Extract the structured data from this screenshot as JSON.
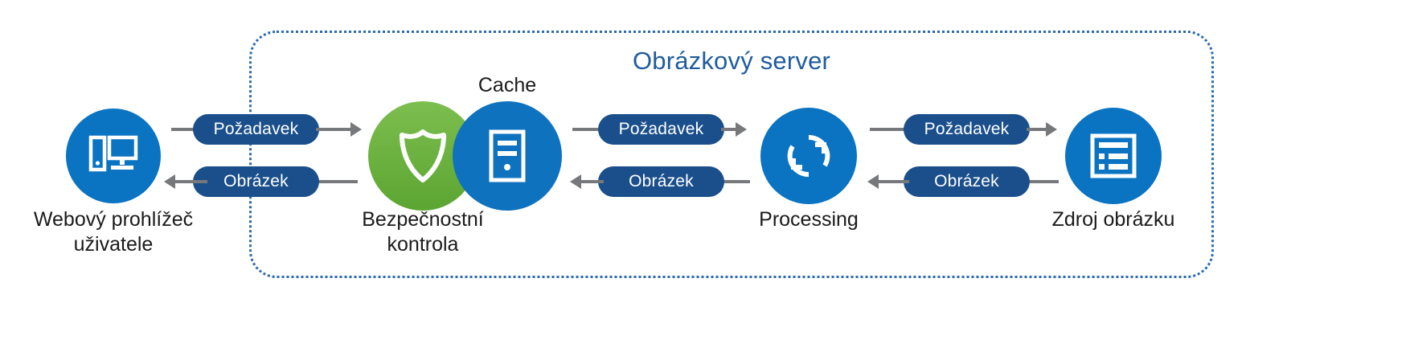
{
  "diagram": {
    "title": "Obrázkový server",
    "boundary_color": "#2A6AB0",
    "title_color": "#1F5C9E"
  },
  "nodes": [
    {
      "id": "browser",
      "label": "Webový prohlížeč\nuživatele",
      "icon": "monitor-icon",
      "color": "#0A73C2"
    },
    {
      "id": "security",
      "label": "Bezpečnostní\nkontrola",
      "icon": "shield-icon",
      "color": "#6CB33F"
    },
    {
      "id": "cache",
      "label": "Cache",
      "icon": "server-icon",
      "color": "#0F72BE"
    },
    {
      "id": "processing",
      "label": "Processing",
      "icon": "sync-icon",
      "color": "#0A73C2"
    },
    {
      "id": "source",
      "label": "Zdroj obrázku",
      "icon": "document-icon",
      "color": "#0A73C2"
    }
  ],
  "flows": [
    {
      "id": "flow1",
      "request_label": "Požadavek",
      "response_label": "Obrázek",
      "pill_color": "#1A4F8B"
    },
    {
      "id": "flow2",
      "request_label": "Požadavek",
      "response_label": "Obrázek",
      "pill_color": "#1A4F8B"
    },
    {
      "id": "flow3",
      "request_label": "Požadavek",
      "response_label": "Obrázek",
      "pill_color": "#1A4F8B"
    }
  ],
  "colors": {
    "line": "#77787B",
    "pill": "#1A4F8B",
    "blue": "#0A73C2",
    "green": "#6CB33F"
  }
}
